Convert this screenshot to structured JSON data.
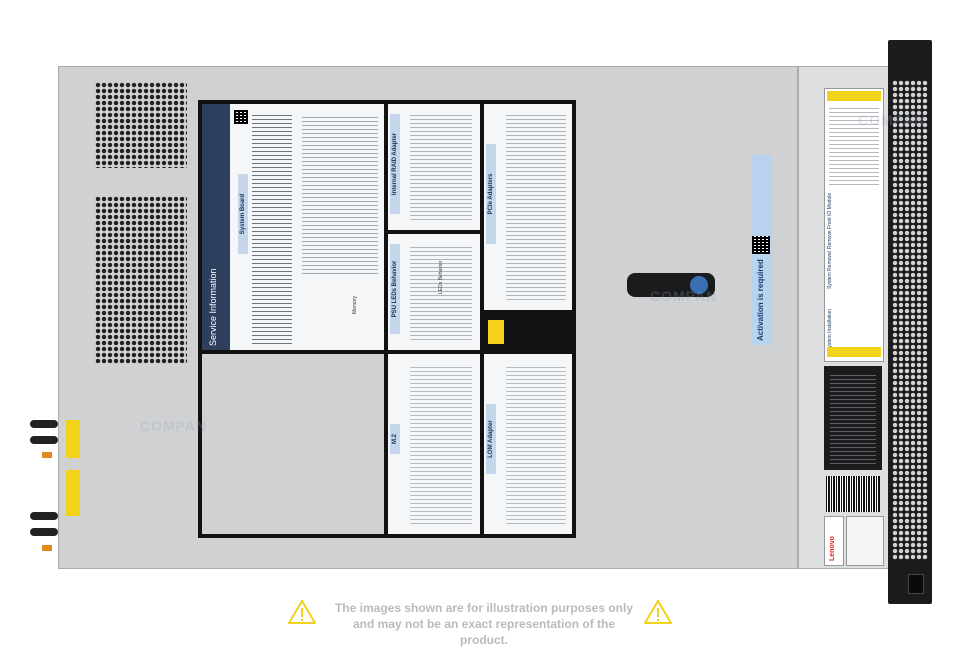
{
  "product_photo": {
    "label_title": "Service Information",
    "panels": {
      "system_board": "System Board",
      "internal_raid_adapter": "Internal RAID Adapter",
      "psu_leds_behavior": "PSU LEDs Behavior",
      "pcie_adapters": "PCIe Adapters",
      "m2": "M.2",
      "lom_adapter": "LOM Adapter",
      "memory": "Memory",
      "leds_behavior": "LEDs Behavior"
    },
    "activation_tag": "Activation is required",
    "front_panel": {
      "system_installation": "System Installation",
      "system_removal": "System Removal",
      "remove_front_io": "Remove Front IO Module"
    },
    "brand_badge": "Lenovo",
    "watermark": "COMPAN"
  },
  "disclaimer": {
    "line1": "The images shown are for illustration purposes only",
    "line2": "and may not be an exact representation of the product."
  },
  "colors": {
    "chassis": "#cfd1d3",
    "label_navy": "#2d3f5c",
    "label_blue": "#c5d6ea",
    "warning_yellow": "#f2d21a",
    "disclaimer_text": "#b8bbbe"
  }
}
